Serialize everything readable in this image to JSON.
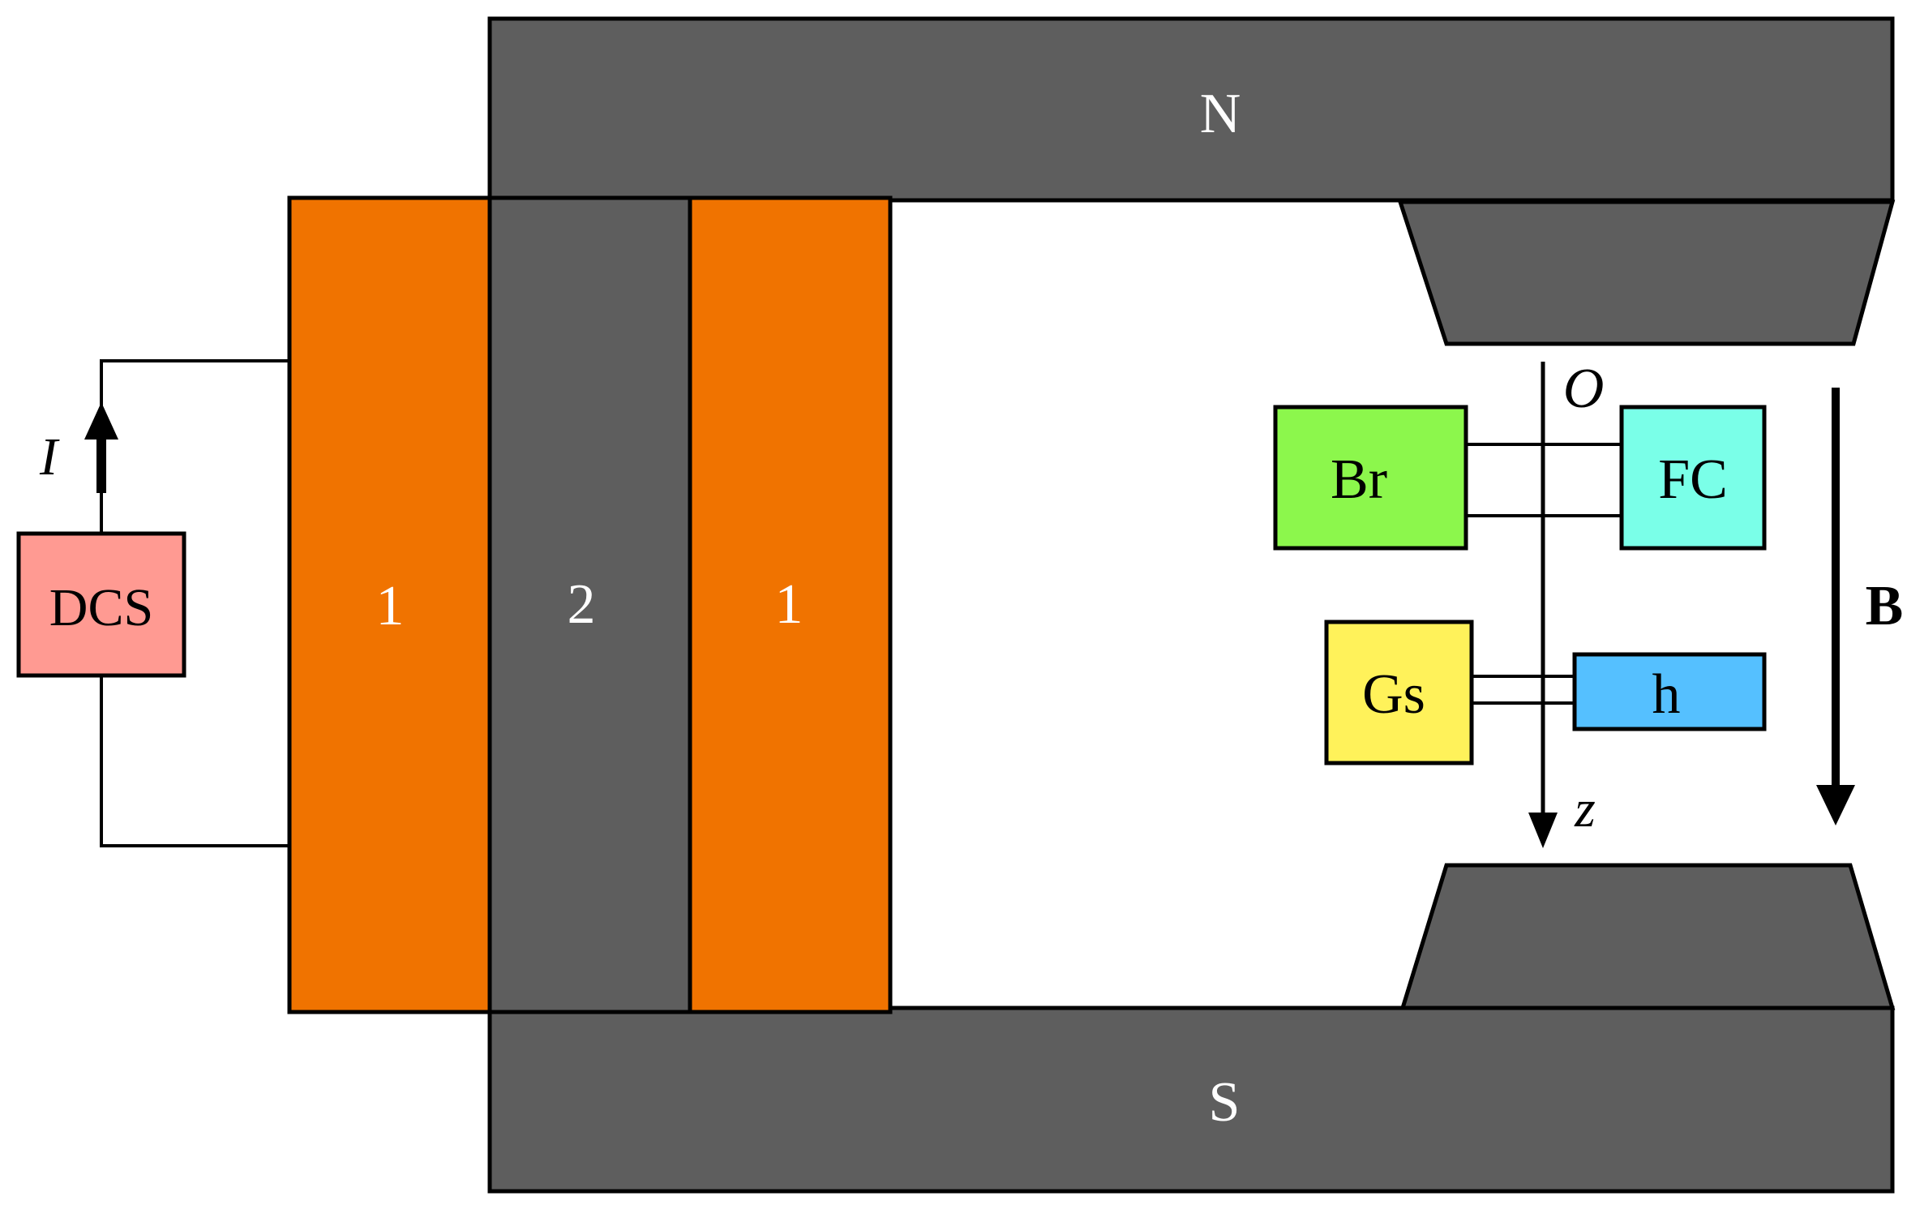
{
  "poles": {
    "north": "N",
    "south": "S"
  },
  "coils": {
    "left_label": "1",
    "core_label": "2",
    "right_label": "1"
  },
  "power_supply": {
    "label": "DCS",
    "current_symbol": "I"
  },
  "axis": {
    "origin_label": "O",
    "axis_label": "z"
  },
  "field_label": "B",
  "components": {
    "br": "Br",
    "fc": "FC",
    "gs": "Gs",
    "h": "h"
  },
  "colors": {
    "iron": "#5e5e5e",
    "coil": "#f07300",
    "dcs": "#ff9a92",
    "br": "#8cf74c",
    "fc": "#7affe8",
    "gs": "#fff25a",
    "h": "#55c0ff"
  }
}
